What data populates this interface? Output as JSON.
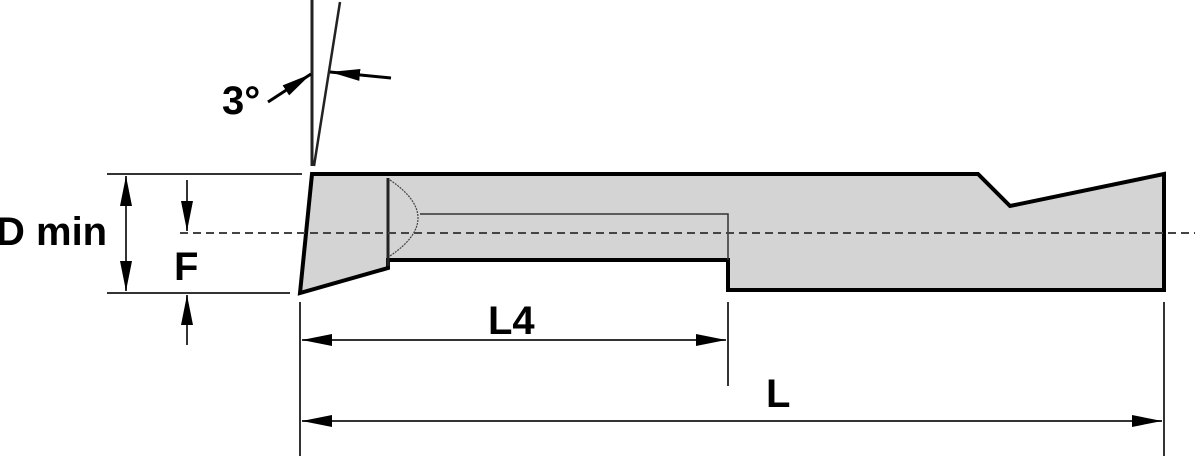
{
  "labels": {
    "angle": "3°",
    "d_min": "D min",
    "f": "F",
    "l4": "L4",
    "l": "L"
  },
  "colors": {
    "body_fill": "#d4d4d4",
    "outline": "#000000",
    "dim_line": "#333333"
  }
}
